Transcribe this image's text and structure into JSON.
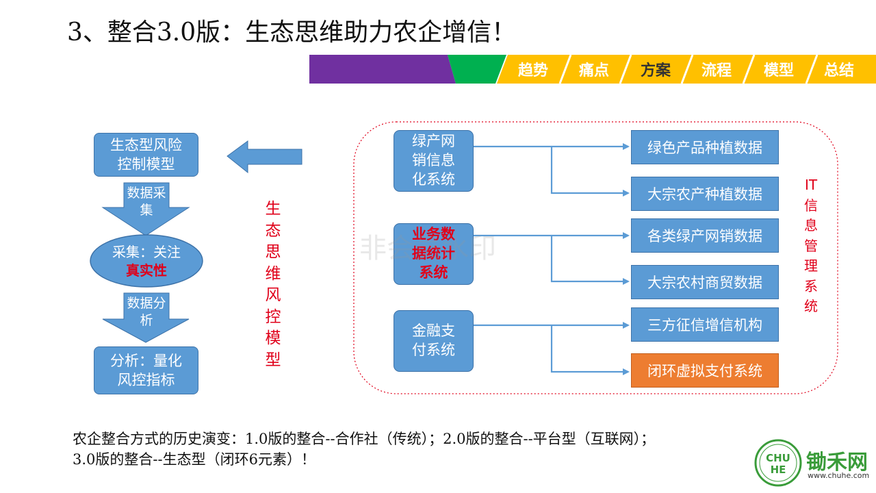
{
  "title": "3、整合3.0版：生态思维助力农企增信！",
  "nav": {
    "tabs": [
      "趋势",
      "痛点",
      "方案",
      "流程",
      "模型",
      "总结"
    ],
    "active": "方案",
    "colors": {
      "purple": "#7030a0",
      "green": "#00b050",
      "yellow": "#ffc000",
      "active_text": "#333333",
      "text": "#ffffff"
    }
  },
  "left_flow": {
    "top_box": "生态型风险控制模型",
    "arrow1": "数据采集",
    "ellipse_prefix": "采集：关注",
    "ellipse_highlight": "真实性",
    "arrow2": "数据分析",
    "bottom_box": "分析：量化风控指标"
  },
  "vertical_label": "生态思维风控模型",
  "systems": [
    {
      "label": "绿产网销信息化系统",
      "highlight": false
    },
    {
      "label": "业务数据统计系统",
      "highlight": true
    },
    {
      "label": "金融支付系统",
      "highlight": false
    }
  ],
  "data_boxes": [
    {
      "label": "绿色产品种植数据",
      "color": "blue"
    },
    {
      "label": "大宗农产种植数据",
      "color": "blue"
    },
    {
      "label": "各类绿产网销数据",
      "color": "blue"
    },
    {
      "label": "大宗农村商贸数据",
      "color": "blue"
    },
    {
      "label": "三方征信增信机构",
      "color": "blue"
    },
    {
      "label": "闭环虚拟支付系统",
      "color": "orange"
    }
  ],
  "it_label": "IT信息管理系统",
  "watermark": "非会员水印",
  "footer": {
    "line1": "农企整合方式的历史演变：1.0版的整合--合作社（传统）；2.0版的整合--平台型（互联网）；",
    "line2": "3.0版的整合--生态型（闭环6元素）！"
  },
  "logo": {
    "name": "锄禾网",
    "url": "www.chuhe.com",
    "mark_text": "CHUHE"
  }
}
